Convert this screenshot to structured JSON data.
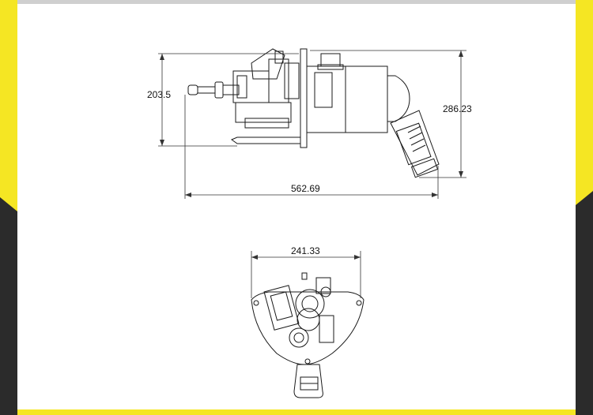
{
  "theme": {
    "accent_yellow": "#f5e623",
    "band_dark": "#2b2b2b",
    "line_color": "#1a1a1a"
  },
  "dimensions": {
    "height_left": "203.5",
    "height_right": "286.23",
    "overall_length": "562.69",
    "base_width": "241.33"
  }
}
